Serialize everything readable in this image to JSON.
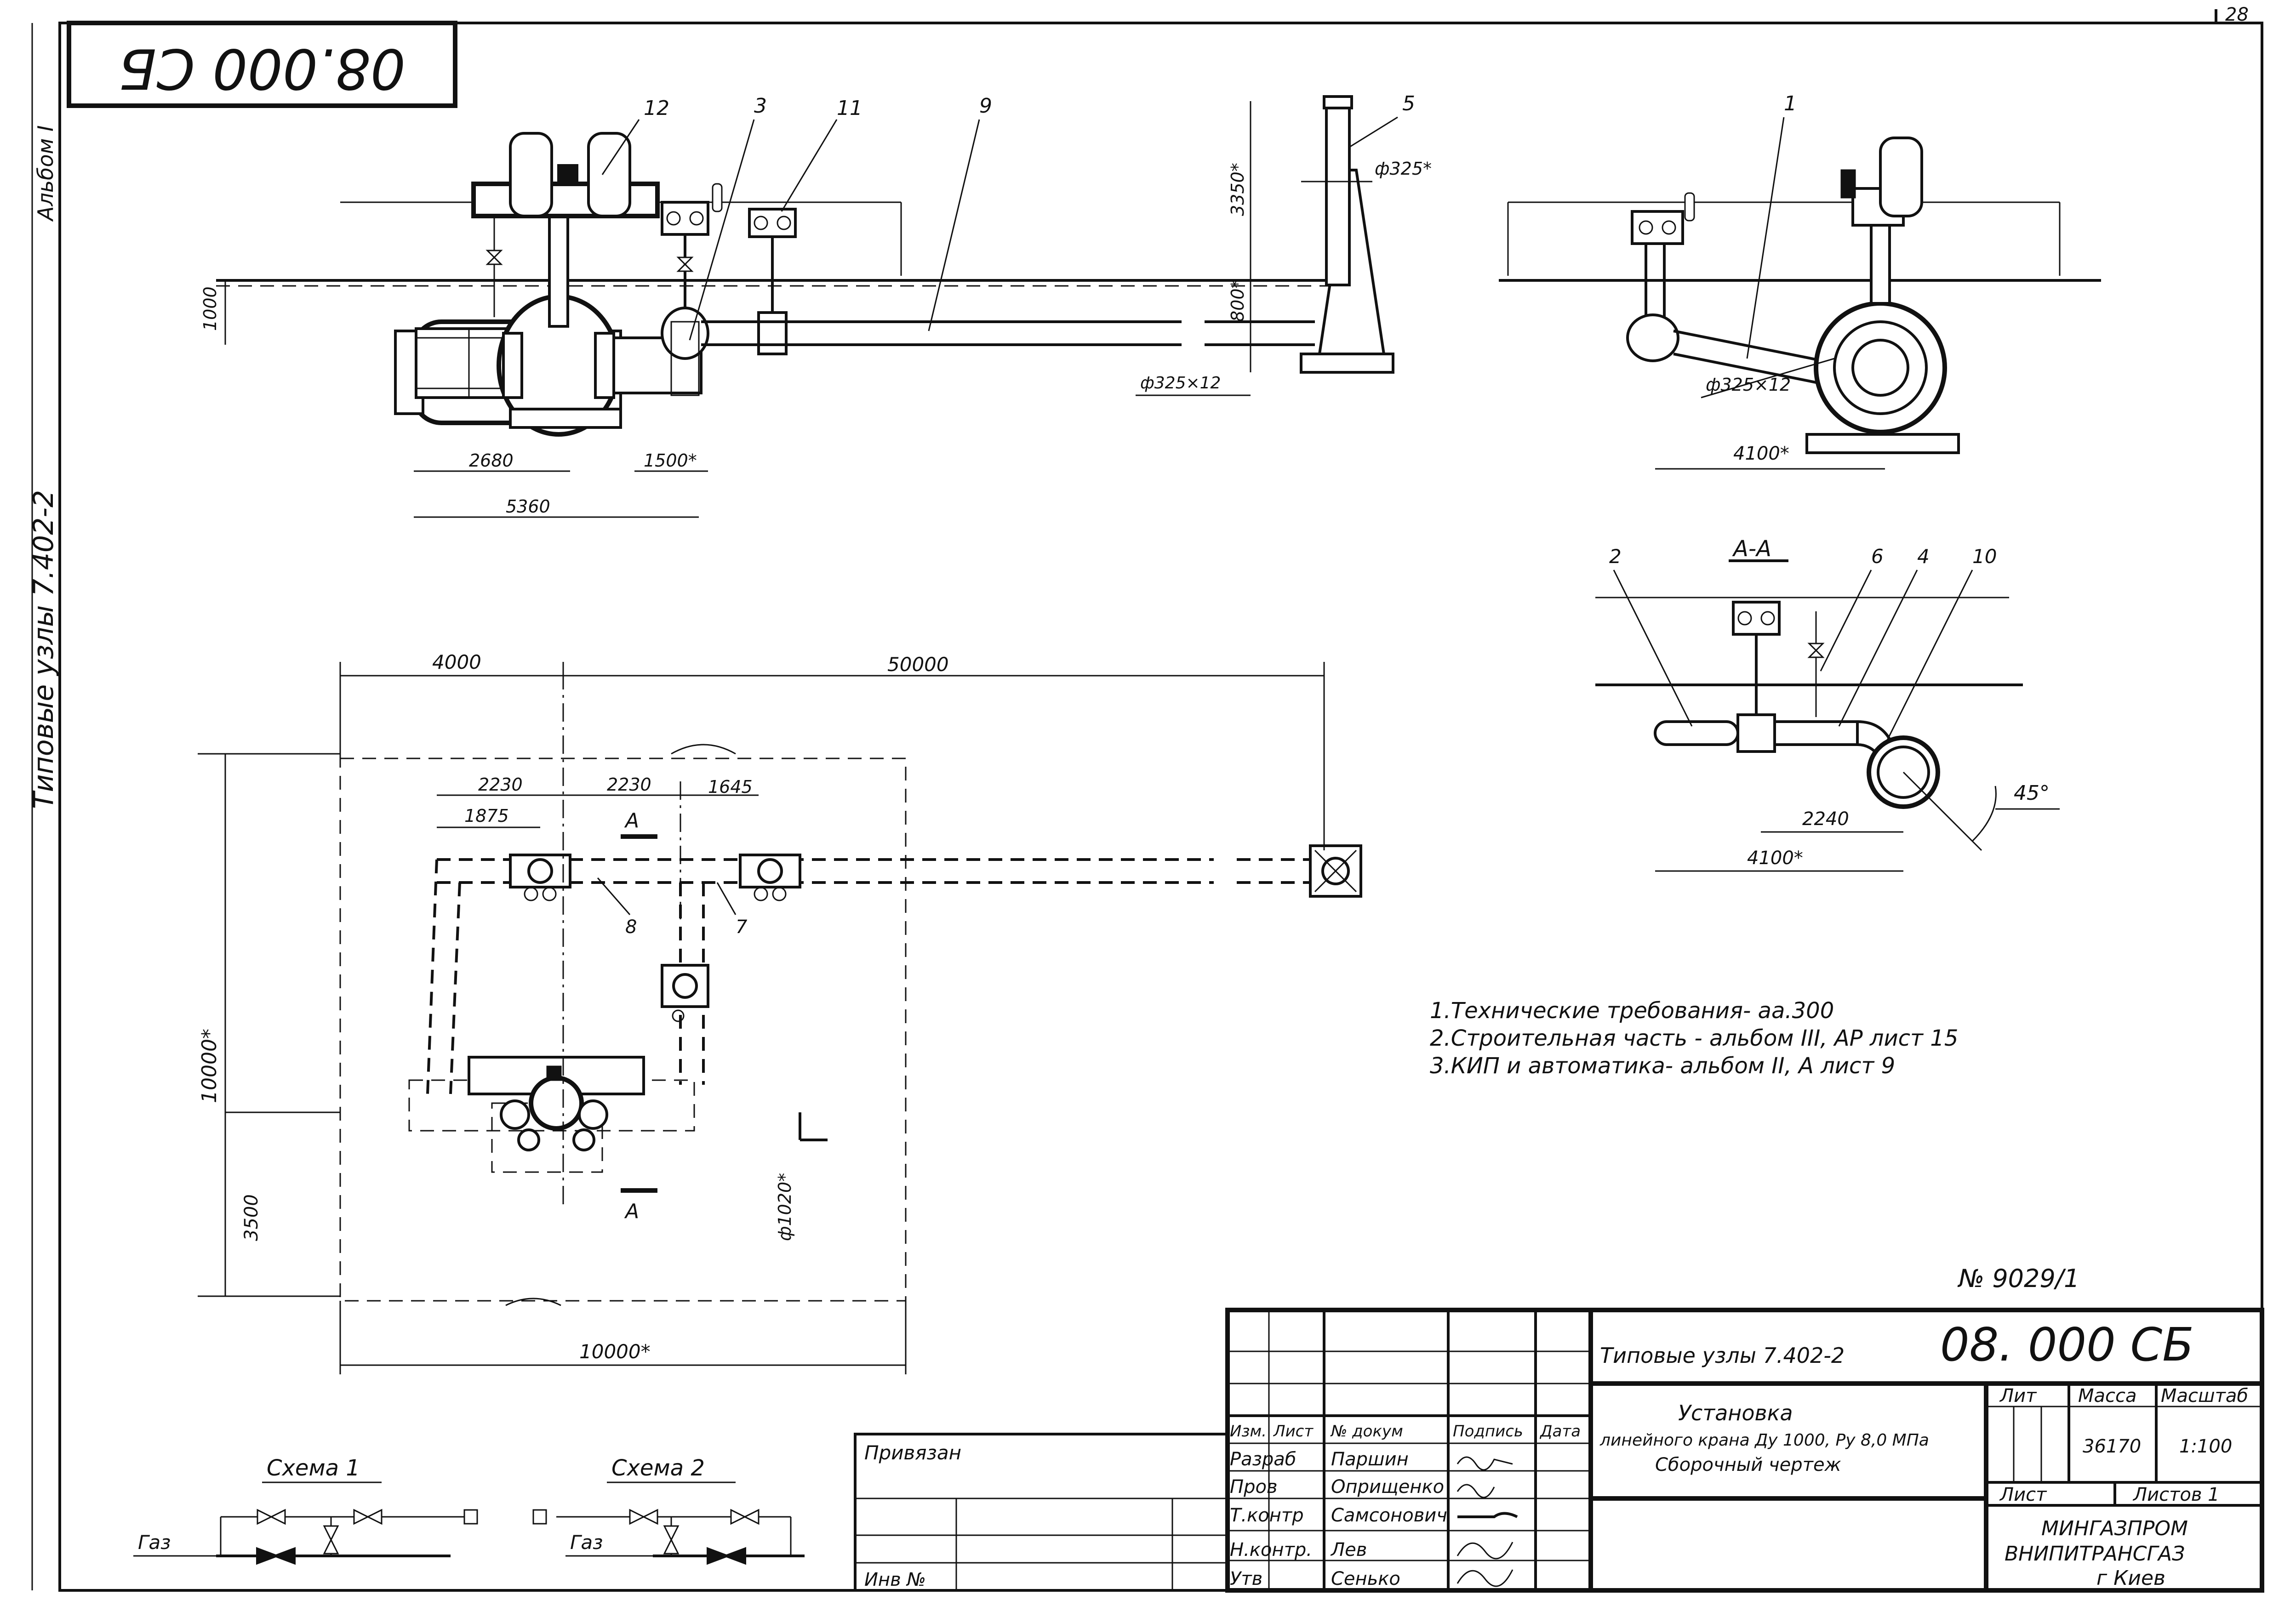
{
  "sheet": {
    "page_number": "28",
    "doc_code_rotated": "08.000 СБ",
    "side_album": "Альбом I",
    "side_series": "Типовые узлы 7.402-2"
  },
  "elevation": {
    "callouts": [
      "12",
      "3",
      "11",
      "9",
      "5"
    ],
    "dims": {
      "d1000": "1000",
      "d3350": "3350*",
      "d800": "800*",
      "pipe_dia": "ф325*",
      "pipe_spec": "ф325×12",
      "d2680": "2680",
      "d1500": "1500*",
      "d5360": "5360"
    }
  },
  "side_view": {
    "callout": "1",
    "pipe_spec": "ф325×12",
    "width": "4100*"
  },
  "section": {
    "title": "A-A",
    "callouts": [
      "2",
      "6",
      "4",
      "10"
    ],
    "angle": "45°",
    "d2240": "2240",
    "d4100": "4100*"
  },
  "plan": {
    "dims": {
      "d4000": "4000",
      "d50000": "50000",
      "d2230a": "2230",
      "d2230b": "2230",
      "d1645": "1645",
      "d1875": "1875",
      "d10000v": "10000*",
      "d3500": "3500",
      "d10000h": "10000*",
      "d1020": "ф1020*"
    },
    "section_mark_top": "A",
    "section_mark_bottom": "A",
    "callouts": [
      "8",
      "7"
    ]
  },
  "notes": [
    "1.Технические требования- аа.300",
    "2.Строительная часть - альбом III, АР лист 15",
    "3.КИП и автоматика- альбом II, А лист 9"
  ],
  "sheet_number": "№ 9029/1",
  "schemes": {
    "scheme1": {
      "title": "Схема 1",
      "gas": "Газ"
    },
    "scheme2": {
      "title": "Схема 2",
      "gas": "Газ"
    }
  },
  "left_stamp": {
    "privyazan": "Привязан",
    "inv": "Инв №"
  },
  "title_block": {
    "series": "Типовые узлы 7.402-2",
    "code": "08. 000 СБ",
    "title_line1": "Установка",
    "title_line2": "линейного крана Ду 1000, Ру 8,0 МПа",
    "title_line3": "Сборочный чертеж",
    "header": {
      "izm": "Изм.",
      "list": "Лист",
      "doc": "№ докум",
      "sign": "Подпись",
      "date": "Дата"
    },
    "rows": [
      {
        "role": "Разраб",
        "name": "Паршин"
      },
      {
        "role": "Пров",
        "name": "Оприщенко"
      },
      {
        "role": "Т.контр",
        "name": "Самсонович"
      },
      {
        "role": "Н.контр.",
        "name": "Лев"
      },
      {
        "role": "Утв",
        "name": "Сенько"
      }
    ],
    "lit_label": "Лит",
    "mass_label": "Масса",
    "scale_label": "Масштаб",
    "mass": "36170",
    "scale": "1:100",
    "sheet_label": "Лист",
    "sheets_label": "Листов 1",
    "org1": "МИНГАЗПРОМ",
    "org2": "ВНИПИТРАНСГАЗ",
    "org3": "г Киев"
  }
}
